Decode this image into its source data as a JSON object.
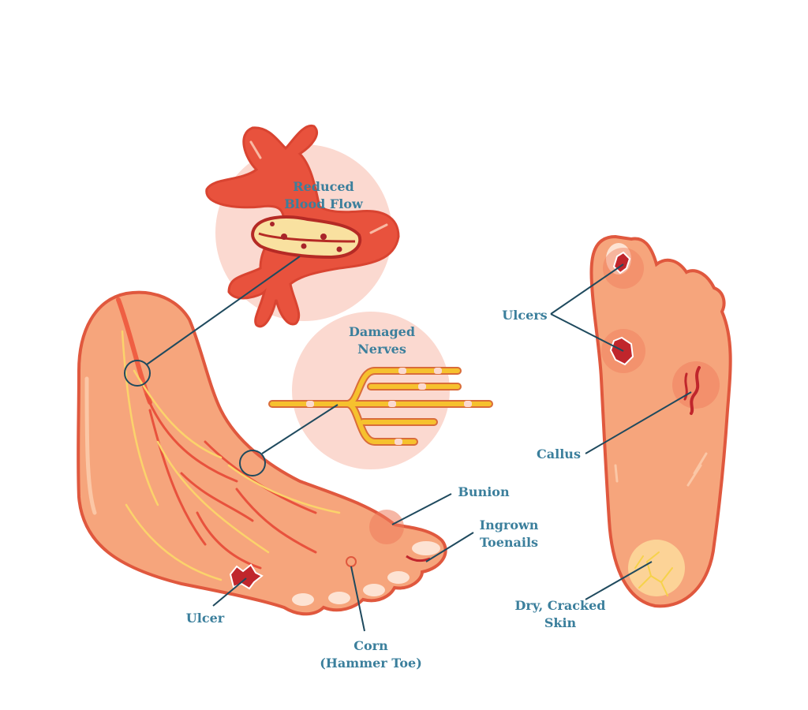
{
  "colors": {
    "label": "#3b7f9c",
    "leader_line": "#1f4a5e",
    "skin": "#f6a57c",
    "skin_dark": "#ef7c5b",
    "outline": "#e0583e",
    "circle_bg": "#fbd9d0",
    "vessel": "#e8523d",
    "plaque": "#f9e1a0",
    "nerve": "#f6c12e",
    "wound": "#c0262c"
  },
  "labels": {
    "reduced_blood_flow": [
      "Reduced",
      "Blood Flow"
    ],
    "damaged_nerves": [
      "Damaged",
      "Nerves"
    ],
    "bunion": "Bunion",
    "ingrown_toenails": [
      "Ingrown",
      "Toenails"
    ],
    "ulcer": "Ulcer",
    "corn": [
      "Corn",
      "(Hammer Toe)"
    ],
    "ulcers": "Ulcers",
    "callus": "Callus",
    "dry_cracked_skin": [
      "Dry, Cracked",
      "Skin"
    ]
  }
}
